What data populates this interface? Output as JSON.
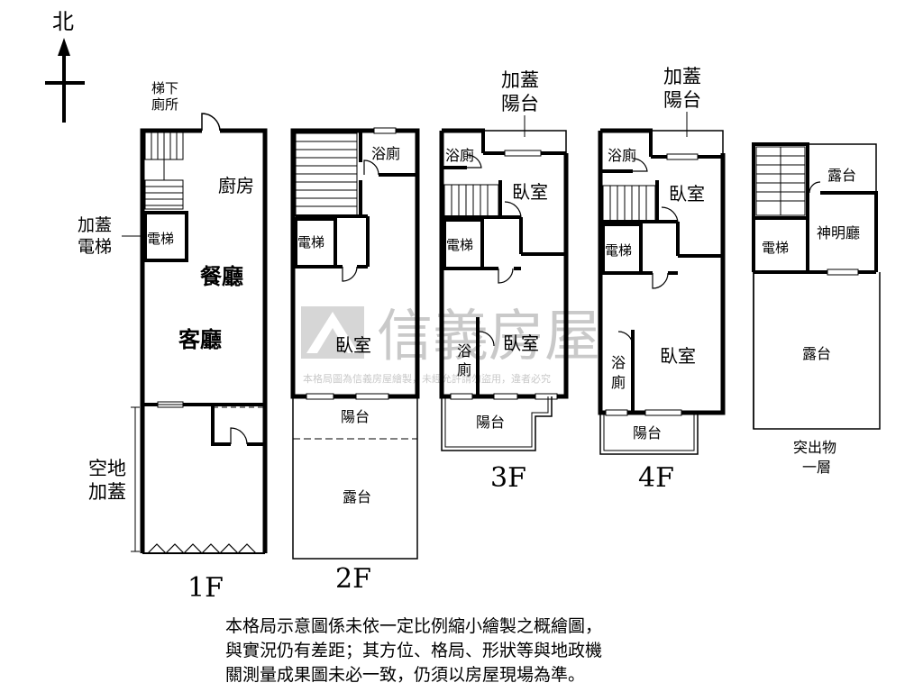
{
  "compass": {
    "label": "北"
  },
  "floors": {
    "f1": {
      "name": "1F",
      "stair_toilet": [
        "梯下",
        "廁所"
      ],
      "kitchen": "廚房",
      "elevator": "電梯",
      "added_elevator": [
        "加蓋",
        "電梯"
      ],
      "dining": "餐廳",
      "living": "客廳",
      "open_space": [
        "空地",
        "加蓋"
      ]
    },
    "f2": {
      "name": "2F",
      "bath": "浴廁",
      "elevator": "電梯",
      "bedroom": "臥室",
      "balcony": "陽台",
      "terrace": "露台"
    },
    "f3": {
      "name": "3F",
      "added_balcony": [
        "加蓋",
        "陽台"
      ],
      "bath_top": "浴廁",
      "bedroom_top": "臥室",
      "elevator": "電梯",
      "bath_side": [
        "浴",
        "廁"
      ],
      "bedroom_bottom": "臥室",
      "balcony": "陽台"
    },
    "f4": {
      "name": "4F",
      "added_balcony": [
        "加蓋",
        "陽台"
      ],
      "bath_top": "浴廁",
      "bedroom_top": "臥室",
      "elevator": "電梯",
      "bath_side": [
        "浴",
        "廁"
      ],
      "bedroom_bottom": "臥室",
      "balcony": "陽台"
    },
    "roof": {
      "name": [
        "突出物",
        "一層"
      ],
      "terrace_top": "露台",
      "elevator": "電梯",
      "shrine": "神明廳",
      "terrace": "露台"
    }
  },
  "watermark": {
    "brand": "信義房屋",
    "notice": "本格局圖為信義房屋繪製，未經允許請勿盜用，違者必究"
  },
  "disclaimer": [
    "本格局示意圖係未依一定比例縮小繪製之概繪圖，",
    "與實況仍有差距；其方位、格局、形狀等與地政機",
    "關測量成果圖未必一致，仍須以房屋現場為準。"
  ]
}
